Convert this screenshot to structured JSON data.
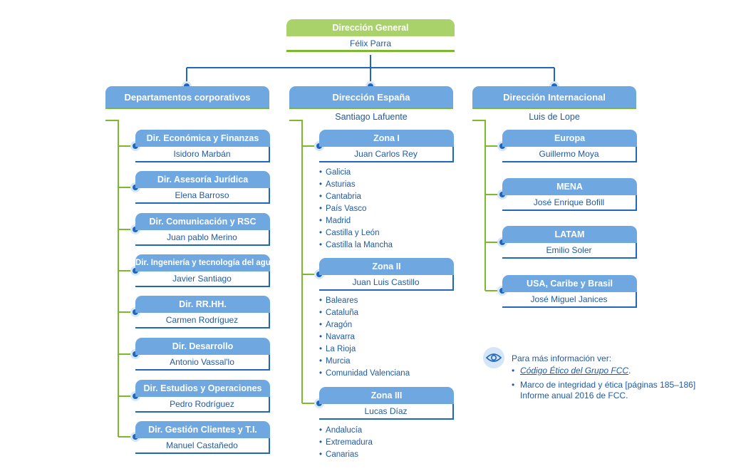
{
  "top": {
    "title": "Dirección General",
    "person": "Félix Parra"
  },
  "columns": [
    {
      "title": "Departamentos corporativos",
      "person": "",
      "children": [
        {
          "title": "Dir. Económica y Finanzas",
          "person": "Isidoro Marbán"
        },
        {
          "title": "Dir. Asesoría Jurídica",
          "person": "Elena Barroso"
        },
        {
          "title": "Dir. Comunicación y RSC",
          "person": "Juan pablo Merino"
        },
        {
          "title": "Dir. Ingeniería y tecnología del agua",
          "person": "Javier Santiago"
        },
        {
          "title": "Dir. RR.HH.",
          "person": "Carmen Rodríguez"
        },
        {
          "title": "Dir. Desarrollo",
          "person": "Antonio Vassal'lo"
        },
        {
          "title": "Dir. Estudios y Operaciones",
          "person": "Pedro Rodríguez"
        },
        {
          "title": "Dir. Gestión Clientes y T.I.",
          "person": "Manuel Castañedo"
        }
      ]
    },
    {
      "title": "Dirección España",
      "person": "Santiago Lafuente",
      "children": [
        {
          "title": "Zona I",
          "person": "Juan Carlos Rey",
          "regions": [
            "Galicia",
            "Asturias",
            "Cantabria",
            "País Vasco",
            "Madrid",
            "Castilla y León",
            "Castilla la Mancha"
          ]
        },
        {
          "title": "Zona II",
          "person": "Juan Luis Castillo",
          "regions": [
            "Baleares",
            "Cataluña",
            "Aragón",
            "Navarra",
            "La Rioja",
            "Murcia",
            "Comunidad Valenciana"
          ]
        },
        {
          "title": "Zona III",
          "person": "Lucas Díaz",
          "regions": [
            "Andalucía",
            "Extremadura",
            "Canarias"
          ]
        }
      ]
    },
    {
      "title": "Dirección Internacional",
      "person": "Luis de Lope",
      "children": [
        {
          "title": "Europa",
          "person": "Guillermo Moya"
        },
        {
          "title": "MENA",
          "person": "José Enrique Bofill"
        },
        {
          "title": "LATAM",
          "person": "Emilio Soler"
        },
        {
          "title": "USA, Caribe y Brasil",
          "person": "José Miguel Janices"
        }
      ]
    }
  ],
  "info": {
    "icon": "eye-icon",
    "title": "Para más información ver:",
    "link_text": "Código Ético del Grupo FCC",
    "link_suffix": ".",
    "item2_line1": "Marco de integridad y ética [páginas 185–186]",
    "item2_line2": "Informe anual 2016 de FCC."
  },
  "colors": {
    "green": "#7cb92f",
    "blue": "#1f66bf",
    "header_blue": "#6fa7e0",
    "header_green": "#a9d36a"
  }
}
